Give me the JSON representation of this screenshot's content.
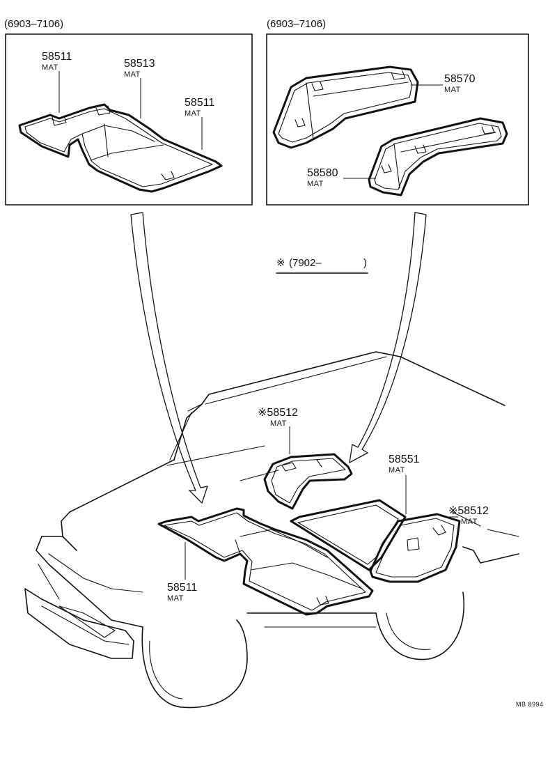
{
  "boxes": {
    "left": {
      "period": "(6903–7106)",
      "callouts": [
        {
          "part": "58511",
          "name": "MAT"
        },
        {
          "part": "58513",
          "name": "MAT"
        },
        {
          "part": "58511",
          "name": "MAT"
        }
      ]
    },
    "right": {
      "period": "(6903–7106)",
      "callouts": [
        {
          "part": "58570",
          "name": "MAT"
        },
        {
          "part": "58580",
          "name": "MAT"
        }
      ]
    }
  },
  "note": {
    "symbol": "※",
    "range": "(7902–",
    "close": ")"
  },
  "vehicle_callouts": [
    {
      "part": "※58512",
      "name": "MAT"
    },
    {
      "part": "58551",
      "name": "MAT"
    },
    {
      "part": "※58512",
      "name": "MAT"
    },
    {
      "part": "58511",
      "name": "MAT"
    }
  ],
  "reference": "MB 8994"
}
